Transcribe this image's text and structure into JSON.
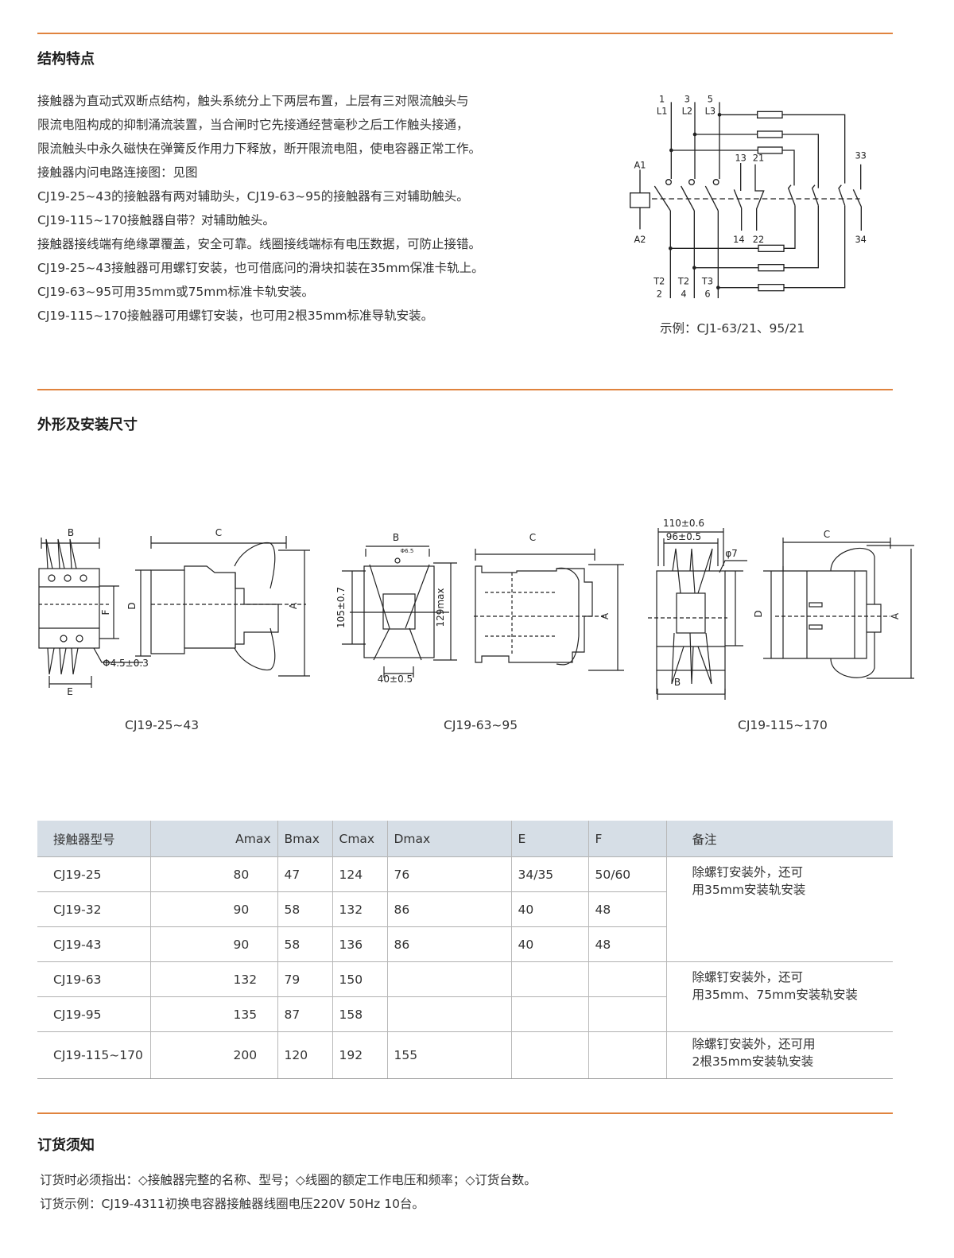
{
  "sections": {
    "structure": {
      "title": "结构特点",
      "lines": [
        "接触器为直动式双断点结构，触头系统分上下两层布置，上层有三对限流触头与",
        "限流电阻构成的抑制涌流装置，当合闸时它先接通经营毫秒之后工作触头接通，",
        "限流触头中永久磁快在弹簧反作用力下释放，断开限流电阻，使电容器正常工作。",
        "接触器内问电路连接图：见图",
        "CJ19-25~43的接触器有两对辅助头，CJ19-63~95的接触器有三对辅助触头。",
        "CJ19-115~170接触器自带？对辅助触头。",
        "接触器接线端有绝缘罩覆盖，安全可靠。线圈接线端标有电压数据，可防止接错。",
        "CJ19-25~43接触器可用螺钉安装，也可借底问的滑块扣装在35mm保准卡轨上。",
        "CJ19-63~95可用35mm或75mm标准卡轨安装。",
        "CJ19-115~170接触器可用螺钉安装，也可用2根35mm标准导轨安装。"
      ],
      "diagram": {
        "caption": "示例：CJ1-63/21、95/21",
        "labels": {
          "t1": "1",
          "l1": "L1",
          "t3": "3",
          "l2": "L2",
          "t5": "5",
          "l3": "L3",
          "a1": "A1",
          "a2": "A2",
          "c13": "13",
          "c21": "21",
          "c33": "33",
          "c14": "14",
          "c22": "22",
          "c34": "34",
          "tt2a": "T2",
          "n2": "2",
          "tt2b": "T2",
          "n4": "4",
          "tt3": "T3",
          "n6": "6"
        }
      }
    },
    "dimensions": {
      "title": "外形及安装尺寸",
      "drawings": [
        {
          "caption": "CJ19-25~43",
          "labels": {
            "b": "B",
            "c": "C",
            "a": "A",
            "d": "D",
            "f": "F",
            "e": "E",
            "hole": "Φ4.5±0.3"
          }
        },
        {
          "caption": "CJ19-63~95",
          "labels": {
            "b": "B",
            "c": "C",
            "a": "A",
            "hole": "Φ6.5",
            "h1": "105±0.7",
            "h2": "129max",
            "w": "40±0.5"
          }
        },
        {
          "caption": "CJ19-115~170",
          "labels": {
            "w1": "110±0.6",
            "w2": "96±0.5",
            "hole": "φ7",
            "b": "B",
            "c": "C",
            "d": "D",
            "a": "A"
          }
        }
      ]
    },
    "table": {
      "headers": [
        "接触器型号",
        "Amax",
        "Bmax",
        "Cmax",
        "Dmax",
        "E",
        "F",
        "备注"
      ],
      "rows": [
        [
          "CJ19-25",
          "80",
          "47",
          "124",
          "76",
          "34/35",
          "50/60"
        ],
        [
          "CJ19-32",
          "90",
          "58",
          "132",
          "86",
          "40",
          "48"
        ],
        [
          "CJ19-43",
          "90",
          "58",
          "136",
          "86",
          "40",
          "48"
        ],
        [
          "CJ19-63",
          "132",
          "79",
          "150",
          "",
          "",
          ""
        ],
        [
          "CJ19-95",
          "135",
          "87",
          "158",
          "",
          "",
          ""
        ],
        [
          "CJ19-115~170",
          "200",
          "120",
          "192",
          "155",
          "",
          ""
        ]
      ],
      "notes": [
        [
          "除螺钉安装外，还可",
          "用35mm安装轨安装"
        ],
        [
          "除螺钉安装外，还可",
          "用35mm、75mm安装轨安装"
        ],
        [
          "除螺钉安装外，还可用",
          "2根35mm安装轨安装"
        ]
      ]
    },
    "ordering": {
      "title": "订货须知",
      "line1": "订货时必须指出：◇接触器完整的名称、型号；◇线圈的额定工作电压和频率；◇订货台数。",
      "line2": "订货示例：CJ19-4311初换电容器接触器线圈电压220V 50Hz 10台。"
    }
  },
  "colors": {
    "accent": "#e0833e",
    "table_header": "#d6dee6"
  }
}
